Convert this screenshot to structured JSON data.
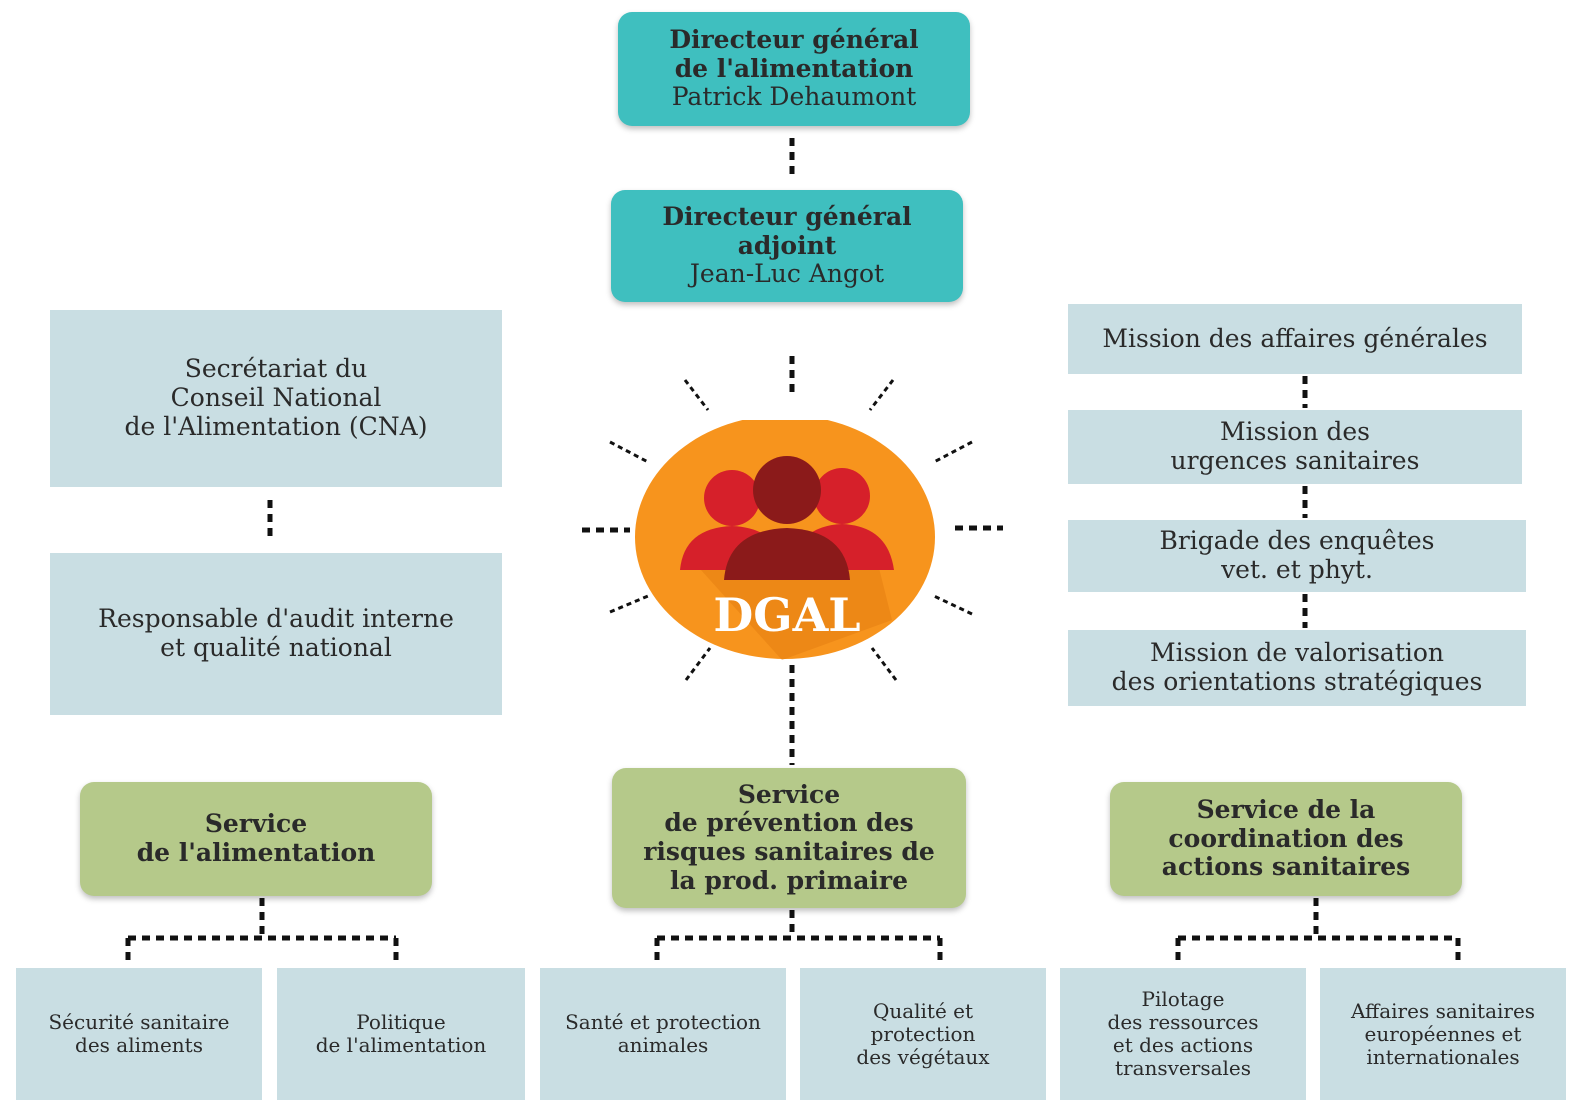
{
  "top": {
    "director": {
      "title_1": "Directeur général",
      "title_2": "de l'alimentation",
      "name": "Patrick Dehaumont"
    },
    "deputy": {
      "title_1": "Directeur général",
      "title_2": "adjoint",
      "name": "Jean-Luc Angot"
    }
  },
  "left": {
    "cna": {
      "line_1": "Secrétariat du",
      "line_2": "Conseil National",
      "line_3": "de l'Alimentation (CNA)"
    },
    "audit": {
      "line_1": "Responsable d'audit interne",
      "line_2": "et qualité national"
    }
  },
  "right": {
    "missions": [
      {
        "line_1": "Mission des affaires générales"
      },
      {
        "line_1": "Mission des",
        "line_2": "urgences sanitaires"
      },
      {
        "line_1": "Brigade des enquêtes",
        "line_2": "vet. et phyt."
      },
      {
        "line_1": "Mission de valorisation",
        "line_2": "des orientations stratégiques"
      }
    ]
  },
  "center": {
    "logo_text": "DGAL",
    "icon": "people-group-icon"
  },
  "services": [
    {
      "lines": [
        "Service",
        "de l'alimentation"
      ]
    },
    {
      "lines": [
        "Service",
        "de prévention des",
        "risques sanitaires de",
        "la prod. primaire"
      ]
    },
    {
      "lines": [
        "Service de la",
        "coordination des",
        "actions sanitaires"
      ]
    }
  ],
  "subservices": [
    {
      "lines": [
        "Sécurité sanitaire",
        "des aliments"
      ]
    },
    {
      "lines": [
        "Politique",
        "de l'alimentation"
      ]
    },
    {
      "lines": [
        "Santé et protection",
        "animales"
      ]
    },
    {
      "lines": [
        "Qualité et",
        "protection",
        "des végétaux"
      ]
    },
    {
      "lines": [
        "Pilotage",
        "des ressources",
        "et des actions",
        "transversales"
      ]
    },
    {
      "lines": [
        "Affaires sanitaires",
        "européennes et",
        "internationales"
      ]
    }
  ],
  "colors": {
    "teal": "#3fbfbf",
    "light_blue": "#c9dee3",
    "green": "#b5c98a",
    "orange": "#f7941d",
    "red_people": "#d6202a",
    "dark_red_people": "#8b1a1a"
  }
}
